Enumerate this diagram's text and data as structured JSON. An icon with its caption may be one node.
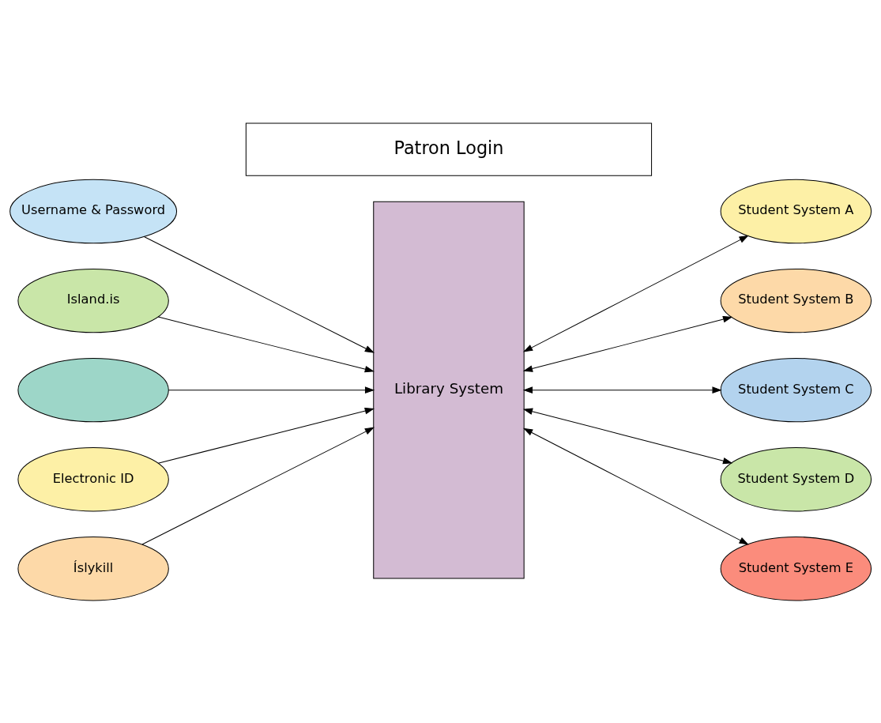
{
  "diagram": {
    "nodes": [
      {
        "text": [
          "Patron Login"
        ]
      },
      {
        "text": [
          "Username & Password"
        ]
      },
      {
        "text": [
          "Island.is"
        ]
      },
      {
        "text": [],
        "shape": "ellipse"
      },
      {
        "text": [
          "Electronic ID"
        ]
      },
      {
        "text": [
          "Íslykill"
        ]
      },
      {
        "text": [
          "Library System"
        ]
      },
      {
        "text": [
          "Student System A"
        ]
      },
      {
        "text": [
          "Student System B"
        ]
      },
      {
        "text": [
          "Student System C"
        ]
      },
      {
        "text": [
          "Student System D"
        ]
      },
      {
        "text": [
          "Student System E"
        ]
      }
    ],
    "edges": [
      {
        "from": 1,
        "to": 6,
        "arrow": "to"
      },
      {
        "from": 2,
        "to": 6,
        "arrow": "to"
      },
      {
        "from": 3,
        "to": 6,
        "arrow": "to"
      },
      {
        "from": 4,
        "to": 6,
        "arrow": "to"
      },
      {
        "from": 5,
        "to": 6,
        "arrow": "to"
      },
      {
        "from": 6,
        "to": 7,
        "arrow": "both"
      },
      {
        "from": 6,
        "to": 8,
        "arrow": "both"
      },
      {
        "from": 6,
        "to": 9,
        "arrow": "both"
      },
      {
        "from": 6,
        "to": 10,
        "arrow": "both"
      },
      {
        "from": 6,
        "to": 11,
        "arrow": "both"
      }
    ]
  }
}
